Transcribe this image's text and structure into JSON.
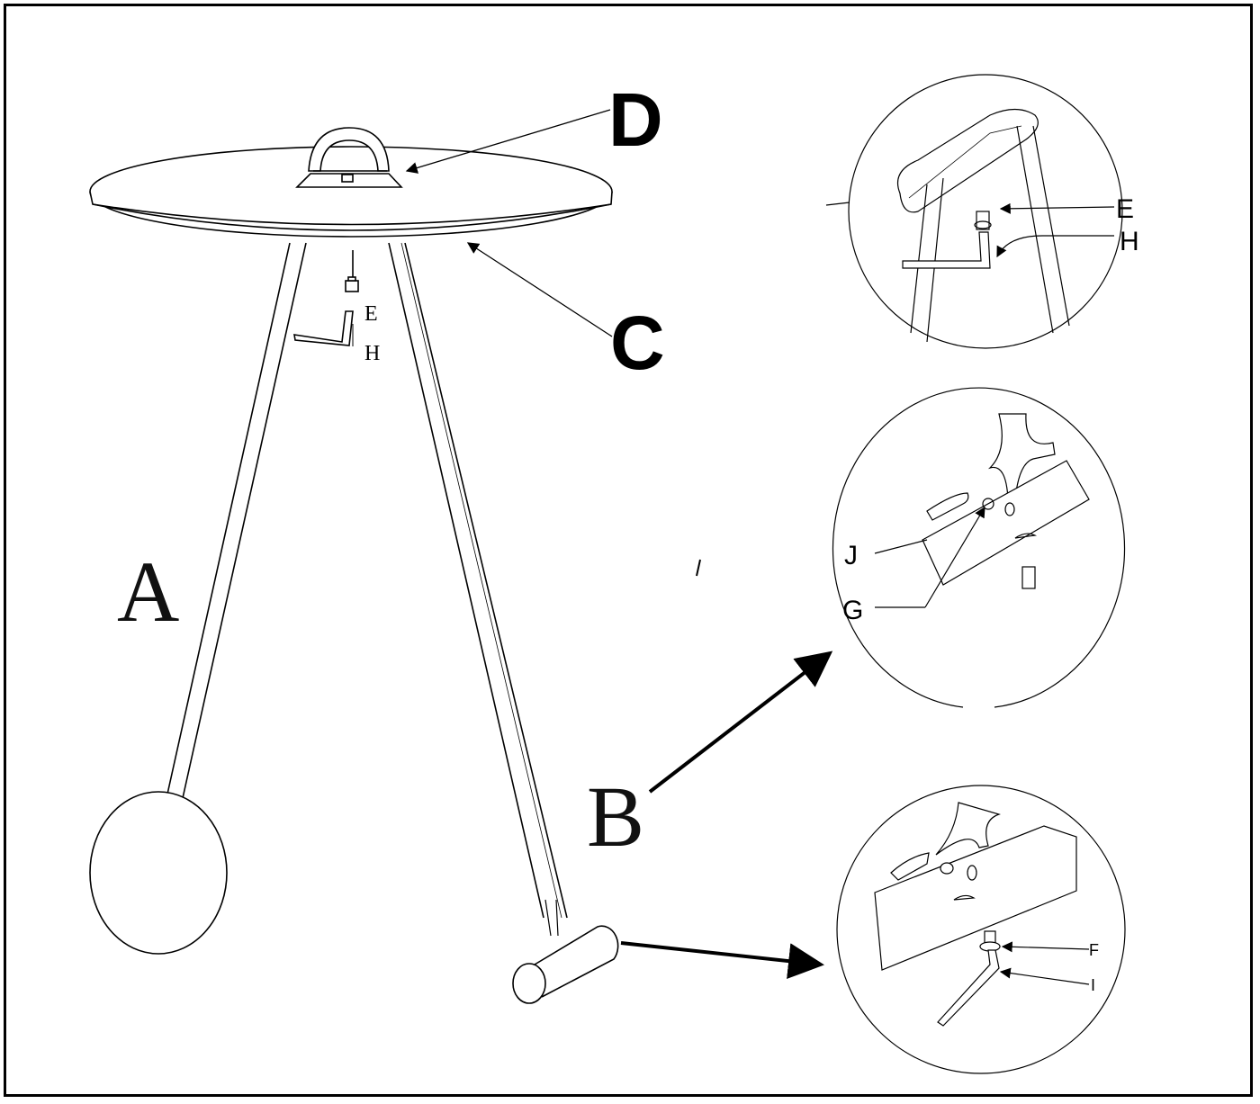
{
  "labels": {
    "A": "A",
    "B": "B",
    "C": "C",
    "D": "D",
    "E": "E",
    "H": "H"
  },
  "details": {
    "top": {
      "E": "E",
      "H": "H"
    },
    "middle": {
      "J": "J",
      "G": "G"
    },
    "bottom": {
      "F": "F",
      "I": "I"
    }
  },
  "colors": {
    "line": "#000000",
    "background": "#ffffff"
  }
}
